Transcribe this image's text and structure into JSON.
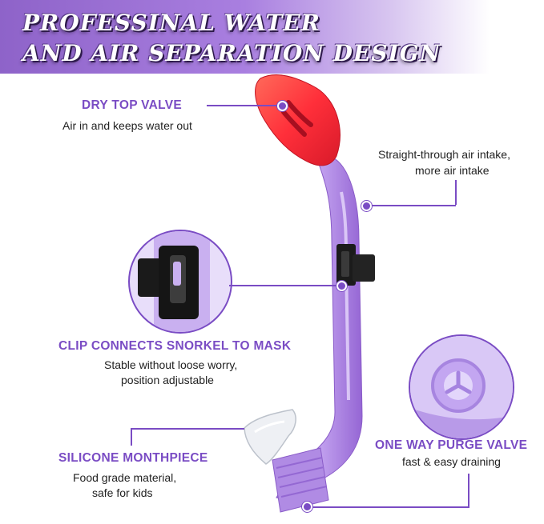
{
  "banner": {
    "line1": "PROFESSINAL WATER",
    "line2": "AND AIR SEPARATION DESIGN"
  },
  "features": {
    "dry_top": {
      "title": "DRY TOP VALVE",
      "desc": "Air in and keeps water out"
    },
    "air_intake": {
      "desc_line1": "Straight-through air intake,",
      "desc_line2": "more air intake"
    },
    "clip": {
      "title": "CLIP CONNECTS SNORKEL TO MASK",
      "desc_line1": "Stable without loose worry,",
      "desc_line2": "position adjustable"
    },
    "mouthpiece": {
      "title": "SILICONE MONTHPIECE",
      "desc_line1": "Food grade material,",
      "desc_line2": "safe for kids"
    },
    "purge": {
      "title": "ONE WAY PURGE VALVE",
      "desc": "fast & easy draining"
    }
  },
  "colors": {
    "accent": "#7a4cc4",
    "tube": "#b48ee8",
    "valve": "#ff3b3b",
    "clip": "#1a1a1a"
  }
}
